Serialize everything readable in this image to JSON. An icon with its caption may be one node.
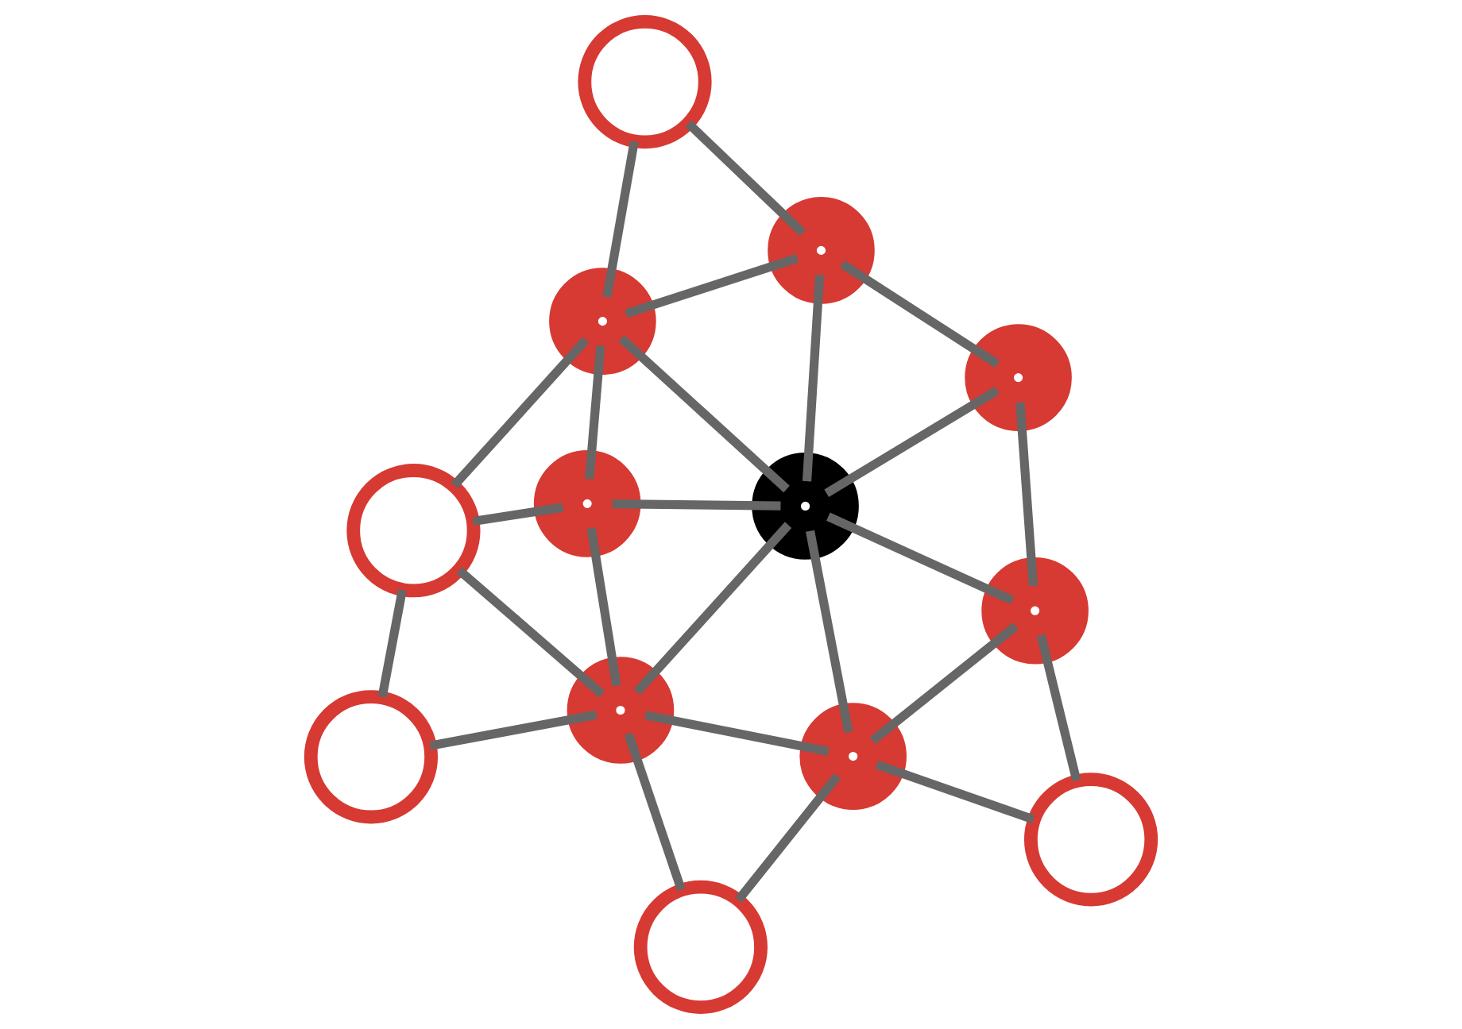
{
  "diagram": {
    "nodes": [
      {
        "text": [],
        "shape": "circle"
      },
      {
        "text": [],
        "shape": "circle"
      },
      {
        "text": [],
        "shape": "circle"
      },
      {
        "text": [],
        "shape": "ring"
      },
      {
        "text": [],
        "shape": "ring"
      },
      {
        "text": [],
        "shape": "ring"
      },
      {
        "text": [],
        "shape": "ring"
      },
      {
        "text": [],
        "shape": "ring"
      },
      {
        "text": [],
        "shape": "circle"
      },
      {
        "text": [],
        "shape": "ring"
      },
      {
        "text": [],
        "shape": "ring"
      },
      {
        "text": [],
        "shape": "ring"
      },
      {
        "text": [],
        "shape": "circle"
      }
    ],
    "edges": [
      {
        "from": 1,
        "to": 3,
        "arrow": "none"
      },
      {
        "from": 1,
        "to": 6,
        "arrow": "none"
      },
      {
        "from": 3,
        "to": 0,
        "arrow": "none"
      },
      {
        "from": 3,
        "to": 4,
        "arrow": "none"
      },
      {
        "from": 3,
        "to": 6,
        "arrow": "none"
      },
      {
        "from": 3,
        "to": 7,
        "arrow": "none"
      },
      {
        "from": 0,
        "to": 4,
        "arrow": "none"
      },
      {
        "from": 0,
        "to": 5,
        "arrow": "none"
      },
      {
        "from": 0,
        "to": 2,
        "arrow": "none"
      },
      {
        "from": 2,
        "to": 5,
        "arrow": "none"
      },
      {
        "from": 4,
        "to": 7,
        "arrow": "none"
      },
      {
        "from": 4,
        "to": 5,
        "arrow": "none"
      },
      {
        "from": 6,
        "to": 7,
        "arrow": "none"
      },
      {
        "from": 6,
        "to": 10,
        "arrow": "none"
      },
      {
        "from": 7,
        "to": 5,
        "arrow": "none"
      },
      {
        "from": 7,
        "to": 9,
        "arrow": "none"
      },
      {
        "from": 7,
        "to": 10,
        "arrow": "none"
      },
      {
        "from": 7,
        "to": 11,
        "arrow": "none"
      },
      {
        "from": 5,
        "to": 9,
        "arrow": "none"
      },
      {
        "from": 5,
        "to": 8,
        "arrow": "none"
      },
      {
        "from": 9,
        "to": 8,
        "arrow": "none"
      },
      {
        "from": 9,
        "to": 11,
        "arrow": "none"
      },
      {
        "from": 9,
        "to": 12,
        "arrow": "none"
      },
      {
        "from": 10,
        "to": 11,
        "arrow": "none"
      },
      {
        "from": 11,
        "to": 12,
        "arrow": "none"
      }
    ]
  }
}
